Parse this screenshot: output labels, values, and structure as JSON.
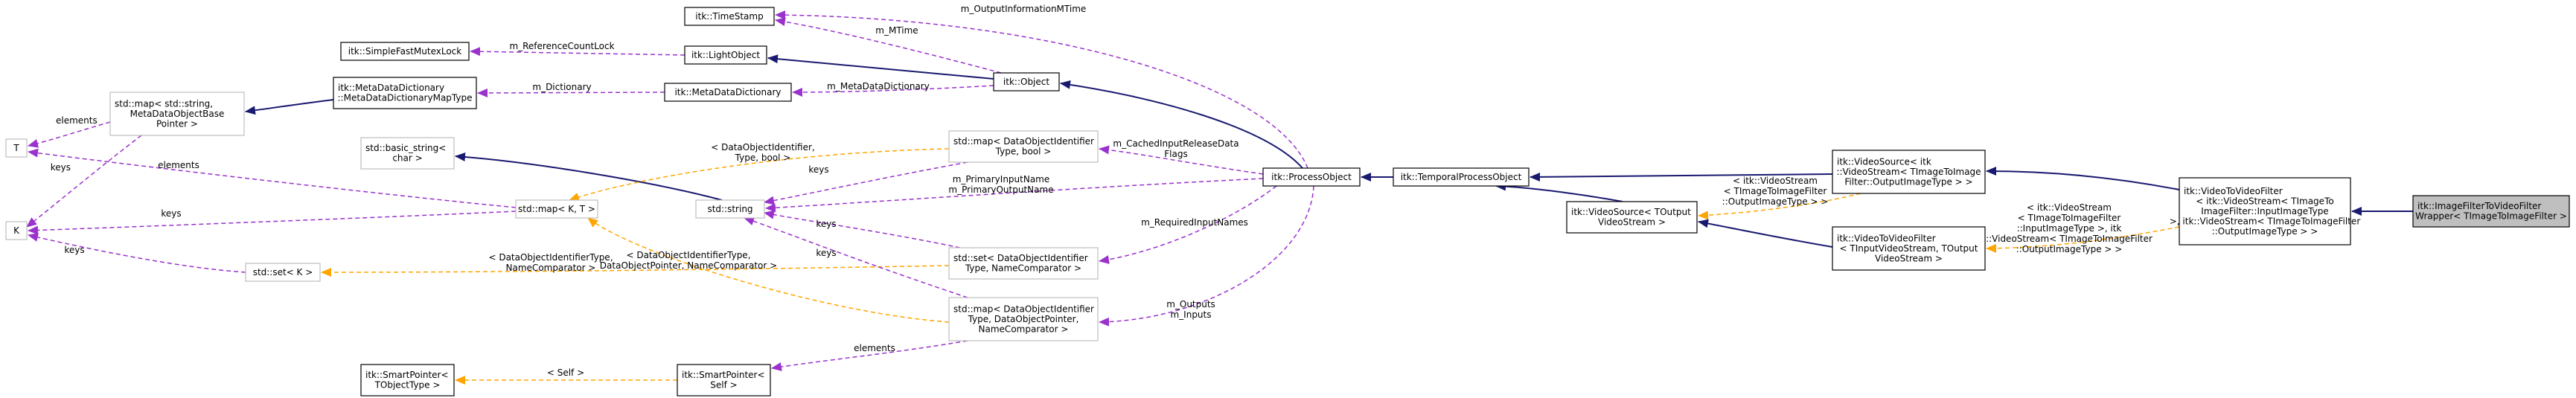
{
  "colors": {
    "inherit": "#191970",
    "usage": "#9a32cd",
    "template": "#ffa500",
    "focused_fill": "#bfbfbf",
    "node_border": "#000000",
    "external_border": "#bfbfbf"
  },
  "nodes": [
    {
      "id": "tstamp",
      "lines": [
        "itk::TimeStamp"
      ],
      "style": "normal"
    },
    {
      "id": "sfml",
      "lines": [
        "itk::SimpleFastMutexLock"
      ],
      "style": "normal"
    },
    {
      "id": "light",
      "lines": [
        "itk::LightObject"
      ],
      "style": "normal"
    },
    {
      "id": "mdd",
      "lines": [
        "itk::MetaDataDictionary",
        "::MetaDataDictionaryMapType"
      ],
      "style": "normal"
    },
    {
      "id": "metadict",
      "lines": [
        "itk::MetaDataDictionary"
      ],
      "style": "normal"
    },
    {
      "id": "object",
      "lines": [
        "itk::Object"
      ],
      "style": "normal"
    },
    {
      "id": "mapmeta",
      "lines": [
        "std::map< std::string,",
        "MetaDataObjectBase",
        "Pointer >"
      ],
      "style": "external"
    },
    {
      "id": "T",
      "lines": [
        "T"
      ],
      "style": "external"
    },
    {
      "id": "K",
      "lines": [
        "K"
      ],
      "style": "external"
    },
    {
      "id": "basicstr",
      "lines": [
        "std::basic_string<",
        "char >"
      ],
      "style": "external"
    },
    {
      "id": "mapKT",
      "lines": [
        "std::map< K, T >"
      ],
      "style": "external"
    },
    {
      "id": "stdstring",
      "lines": [
        "std::string"
      ],
      "style": "external"
    },
    {
      "id": "setK",
      "lines": [
        "std::set< K >"
      ],
      "style": "external"
    },
    {
      "id": "smartT",
      "lines": [
        "itk::SmartPointer<",
        "TObjectType >"
      ],
      "style": "normal"
    },
    {
      "id": "smartS",
      "lines": [
        "itk::SmartPointer<",
        "Self >"
      ],
      "style": "normal"
    },
    {
      "id": "mapbool",
      "lines": [
        "std::map< DataObjectIdentifier",
        "Type, bool >"
      ],
      "style": "external"
    },
    {
      "id": "setdoi",
      "lines": [
        "std::set< DataObjectIdentifier",
        "Type, NameComparator >"
      ],
      "style": "external"
    },
    {
      "id": "mapdp",
      "lines": [
        "std::map< DataObjectIdentifier",
        "Type, DataObjectPointer,",
        "NameComparator >"
      ],
      "style": "external"
    },
    {
      "id": "procobj",
      "lines": [
        "itk::ProcessObject"
      ],
      "style": "normal"
    },
    {
      "id": "temporal",
      "lines": [
        "itk::TemporalProcessObject"
      ],
      "style": "normal"
    },
    {
      "id": "vsrcTO",
      "lines": [
        "itk::VideoSource< TOutput",
        "VideoStream >"
      ],
      "style": "normal"
    },
    {
      "id": "vsrcItk",
      "lines": [
        "itk::VideoSource< itk",
        "::VideoStream< TImageToImage",
        "Filter::OutputImageType > >"
      ],
      "style": "normal"
    },
    {
      "id": "vfTT",
      "lines": [
        "itk::VideoToVideoFilter",
        "< TInputVideoStream, TOutput",
        "VideoStream >"
      ],
      "style": "normal"
    },
    {
      "id": "vfItk",
      "lines": [
        "itk::VideoToVideoFilter",
        "< itk::VideoStream< TImageTo",
        "ImageFilter::InputImageType",
        ">, itk::VideoStream< TImageToImageFilter",
        "::OutputImageType > >"
      ],
      "style": "normal"
    },
    {
      "id": "focus",
      "lines": [
        "itk::ImageFilterToVideoFilter",
        "Wrapper< TImageToImageFilter >"
      ],
      "style": "focused"
    }
  ],
  "edges": [
    {
      "id": "e_object_light",
      "kind": "inherit",
      "labels": []
    },
    {
      "id": "e_object_tstamp",
      "kind": "usage",
      "labels": [
        "m_MTime"
      ]
    },
    {
      "id": "e_light_sfml",
      "kind": "usage",
      "labels": [
        "m_ReferenceCountLock"
      ]
    },
    {
      "id": "e_object_metadict",
      "kind": "usage",
      "labels": [
        "m_MetaDataDictionary"
      ]
    },
    {
      "id": "e_metadict_mdd",
      "kind": "usage",
      "labels": [
        "m_Dictionary"
      ]
    },
    {
      "id": "e_mdd_mapmeta",
      "kind": "inherit",
      "labels": []
    },
    {
      "id": "e_mapmeta_T",
      "kind": "usage",
      "labels": [
        "elements"
      ]
    },
    {
      "id": "e_mapmeta_K",
      "kind": "usage",
      "labels": [
        "keys"
      ]
    },
    {
      "id": "e_procobj_object",
      "kind": "inherit",
      "labels": []
    },
    {
      "id": "e_procobj_tstamp",
      "kind": "usage",
      "labels": [
        "m_OutputInformationMTime"
      ]
    },
    {
      "id": "e_stdstring_basic",
      "kind": "inherit",
      "labels": []
    },
    {
      "id": "e_mapKT_T",
      "kind": "usage",
      "labels": [
        "elements"
      ]
    },
    {
      "id": "e_mapKT_K",
      "kind": "usage",
      "labels": [
        "keys"
      ]
    },
    {
      "id": "e_setK_K",
      "kind": "usage",
      "labels": [
        "keys"
      ]
    },
    {
      "id": "e_mapbool_mapKT",
      "kind": "template",
      "labels": [
        "< DataObjectIdentifier,",
        "Type, bool >"
      ]
    },
    {
      "id": "e_mapbool_stdstring",
      "kind": "usage",
      "labels": [
        "keys"
      ]
    },
    {
      "id": "e_procobj_mapbool",
      "kind": "usage",
      "labels": [
        "m_CachedInputReleaseData",
        "Flags"
      ]
    },
    {
      "id": "e_procobj_stdstring",
      "kind": "usage",
      "labels": [
        "m_PrimaryInputName",
        "m_PrimaryOutputName"
      ]
    },
    {
      "id": "e_mapdp_mapKT",
      "kind": "template",
      "labels": [
        "< DataObjectIdentifierType,",
        "DataObjectPointer, NameComparator >"
      ]
    },
    {
      "id": "e_setdoi_setK",
      "kind": "template",
      "labels": [
        "< DataObjectIdentifierType,",
        "NameComparator >"
      ]
    },
    {
      "id": "e_setdoi_stdstring",
      "kind": "usage",
      "labels": [
        "keys"
      ]
    },
    {
      "id": "e_procobj_setdoi",
      "kind": "usage",
      "labels": [
        "m_RequiredInputNames"
      ]
    },
    {
      "id": "e_mapdp_stdstring",
      "kind": "usage",
      "labels": [
        "keys"
      ]
    },
    {
      "id": "e_procobj_mapdp",
      "kind": "usage",
      "labels": [
        "m_Outputs",
        "m_Inputs"
      ]
    },
    {
      "id": "e_smartS_smartT",
      "kind": "template",
      "labels": [
        "< Self >"
      ]
    },
    {
      "id": "e_mapdp_smartS",
      "kind": "usage",
      "labels": [
        "elements"
      ]
    },
    {
      "id": "e_temporal_procobj",
      "kind": "inherit",
      "labels": []
    },
    {
      "id": "e_vsrcTO_temporal",
      "kind": "inherit",
      "labels": []
    },
    {
      "id": "e_vsrcItk_temporal",
      "kind": "inherit",
      "labels": []
    },
    {
      "id": "e_vsrcItk_vsrcTO",
      "kind": "template",
      "labels": [
        "< itk::VideoStream",
        "< TImageToImageFilter",
        "::OutputImageType > >"
      ]
    },
    {
      "id": "e_vfTT_vsrcTO",
      "kind": "inherit",
      "labels": []
    },
    {
      "id": "e_vfItk_vsrcItk",
      "kind": "inherit",
      "labels": []
    },
    {
      "id": "e_vfItk_vfTT",
      "kind": "template",
      "labels": [
        "< itk::VideoStream",
        "< TImageToImageFilter",
        "::InputImageType >, itk",
        "::VideoStream< TImageToImageFilter",
        "::OutputImageType > >"
      ]
    },
    {
      "id": "e_focus_vfItk",
      "kind": "inherit",
      "labels": []
    }
  ]
}
